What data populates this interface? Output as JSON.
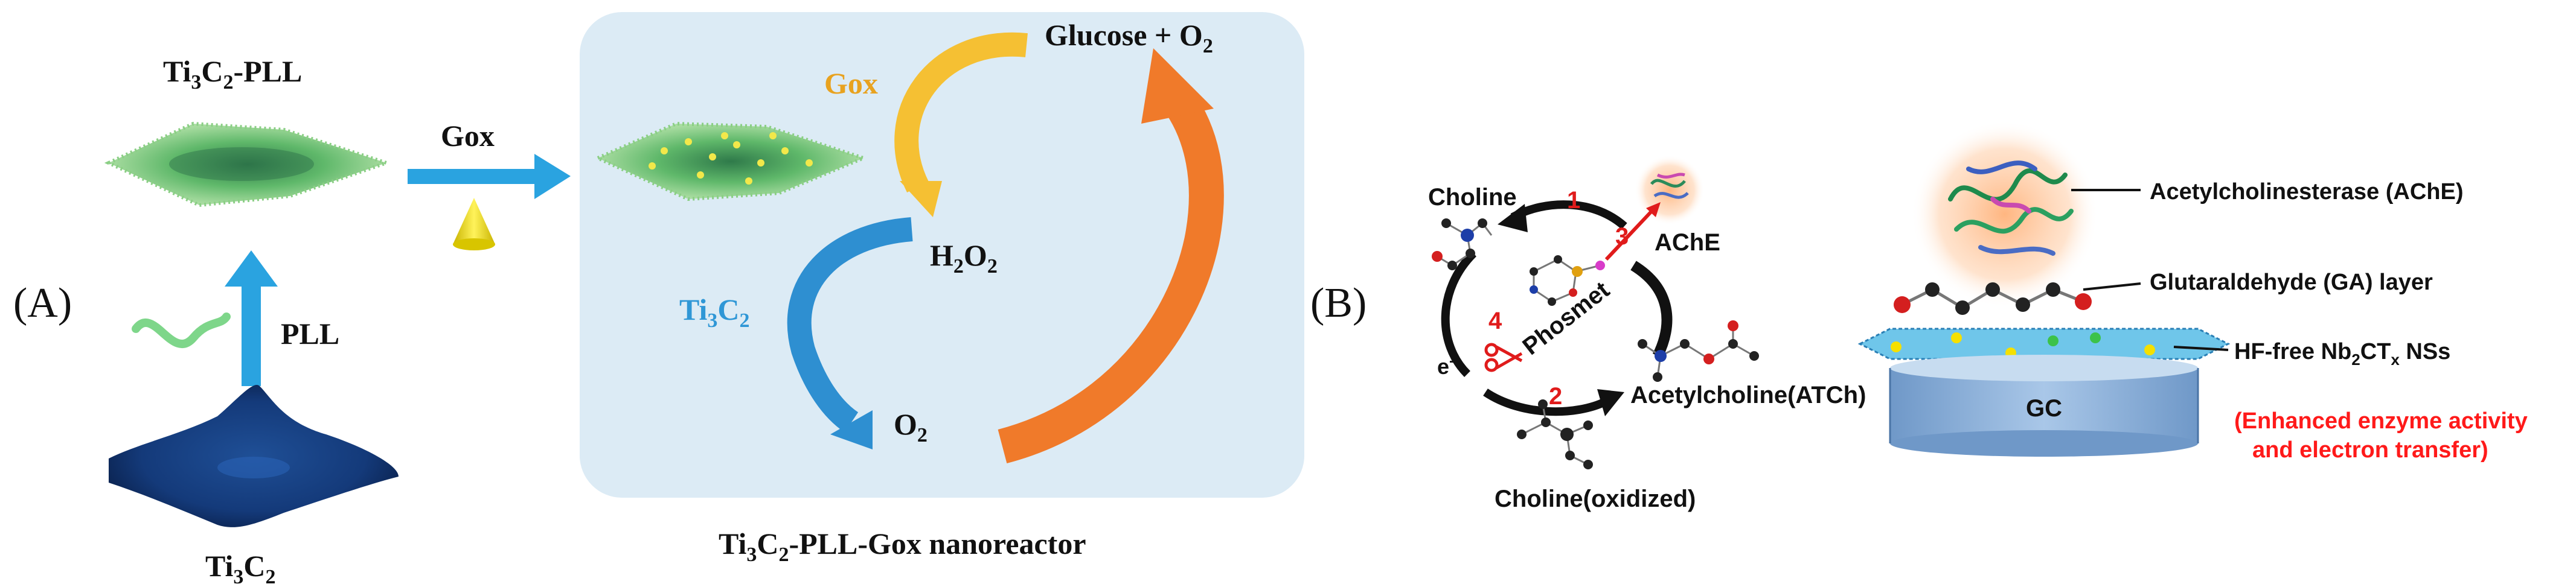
{
  "panelA": {
    "label": "(A)",
    "ti3c2_pll": {
      "base": "Ti",
      "s1": "3",
      "mid": "C",
      "s2": "2",
      "tail": "-PLL"
    },
    "gox_step": "Gox",
    "pll_step": "PLL",
    "ti3c2": {
      "base": "Ti",
      "s1": "3",
      "mid": "C",
      "s2": "2"
    },
    "reactor": {
      "gox": "Gox",
      "glucose": "Glucose + O",
      "glucose_sub": "2",
      "h2o2": {
        "a": "H",
        "s1": "2",
        "b": "O",
        "s2": "2"
      },
      "ti3c2": {
        "base": "Ti",
        "s1": "3",
        "mid": "C",
        "s2": "2"
      },
      "o2": {
        "base": "O",
        "sub": "2"
      },
      "caption": {
        "base": "Ti",
        "s1": "3",
        "mid": "C",
        "s2": "2",
        "tail": "-PLL-Gox nanoreactor"
      }
    },
    "colors": {
      "reactor_bg": "#dcebf5",
      "arrow_blue": "#2aa3e0",
      "arrow_orange": "#f07a2a",
      "arrow_yellow": "#f5c033",
      "arrow_cycle_blue": "#2e8fd1",
      "gox_text": "#e8a21f",
      "ti3c2_text": "#2f97d6"
    }
  },
  "panelB": {
    "label": "(B)",
    "choline": "Choline",
    "ache_small": "AChE",
    "phosmet": "Phosmet",
    "electron": "e",
    "electron_sup": "-",
    "acetylcholine": "Acetylcholine(ATCh)",
    "choline_oxidized": "Choline(oxidized)",
    "steps": [
      "1",
      "2",
      "3",
      "4"
    ],
    "ache_full": "Acetylcholinesterase (AChE)",
    "ga_layer": "Glutaraldehyde (GA) layer",
    "nb": {
      "pre": "HF-free Nb",
      "s1": "2",
      "mid": "CT",
      "s2": "x",
      "tail": " NSs"
    },
    "gc": "GC",
    "enhanced_line1": "(Enhanced enzyme activity",
    "enhanced_line2": "and electron transfer)",
    "colors": {
      "red": "#ff1a1a",
      "step_red": "#e01b1b",
      "electrode": "#8db3db"
    }
  }
}
